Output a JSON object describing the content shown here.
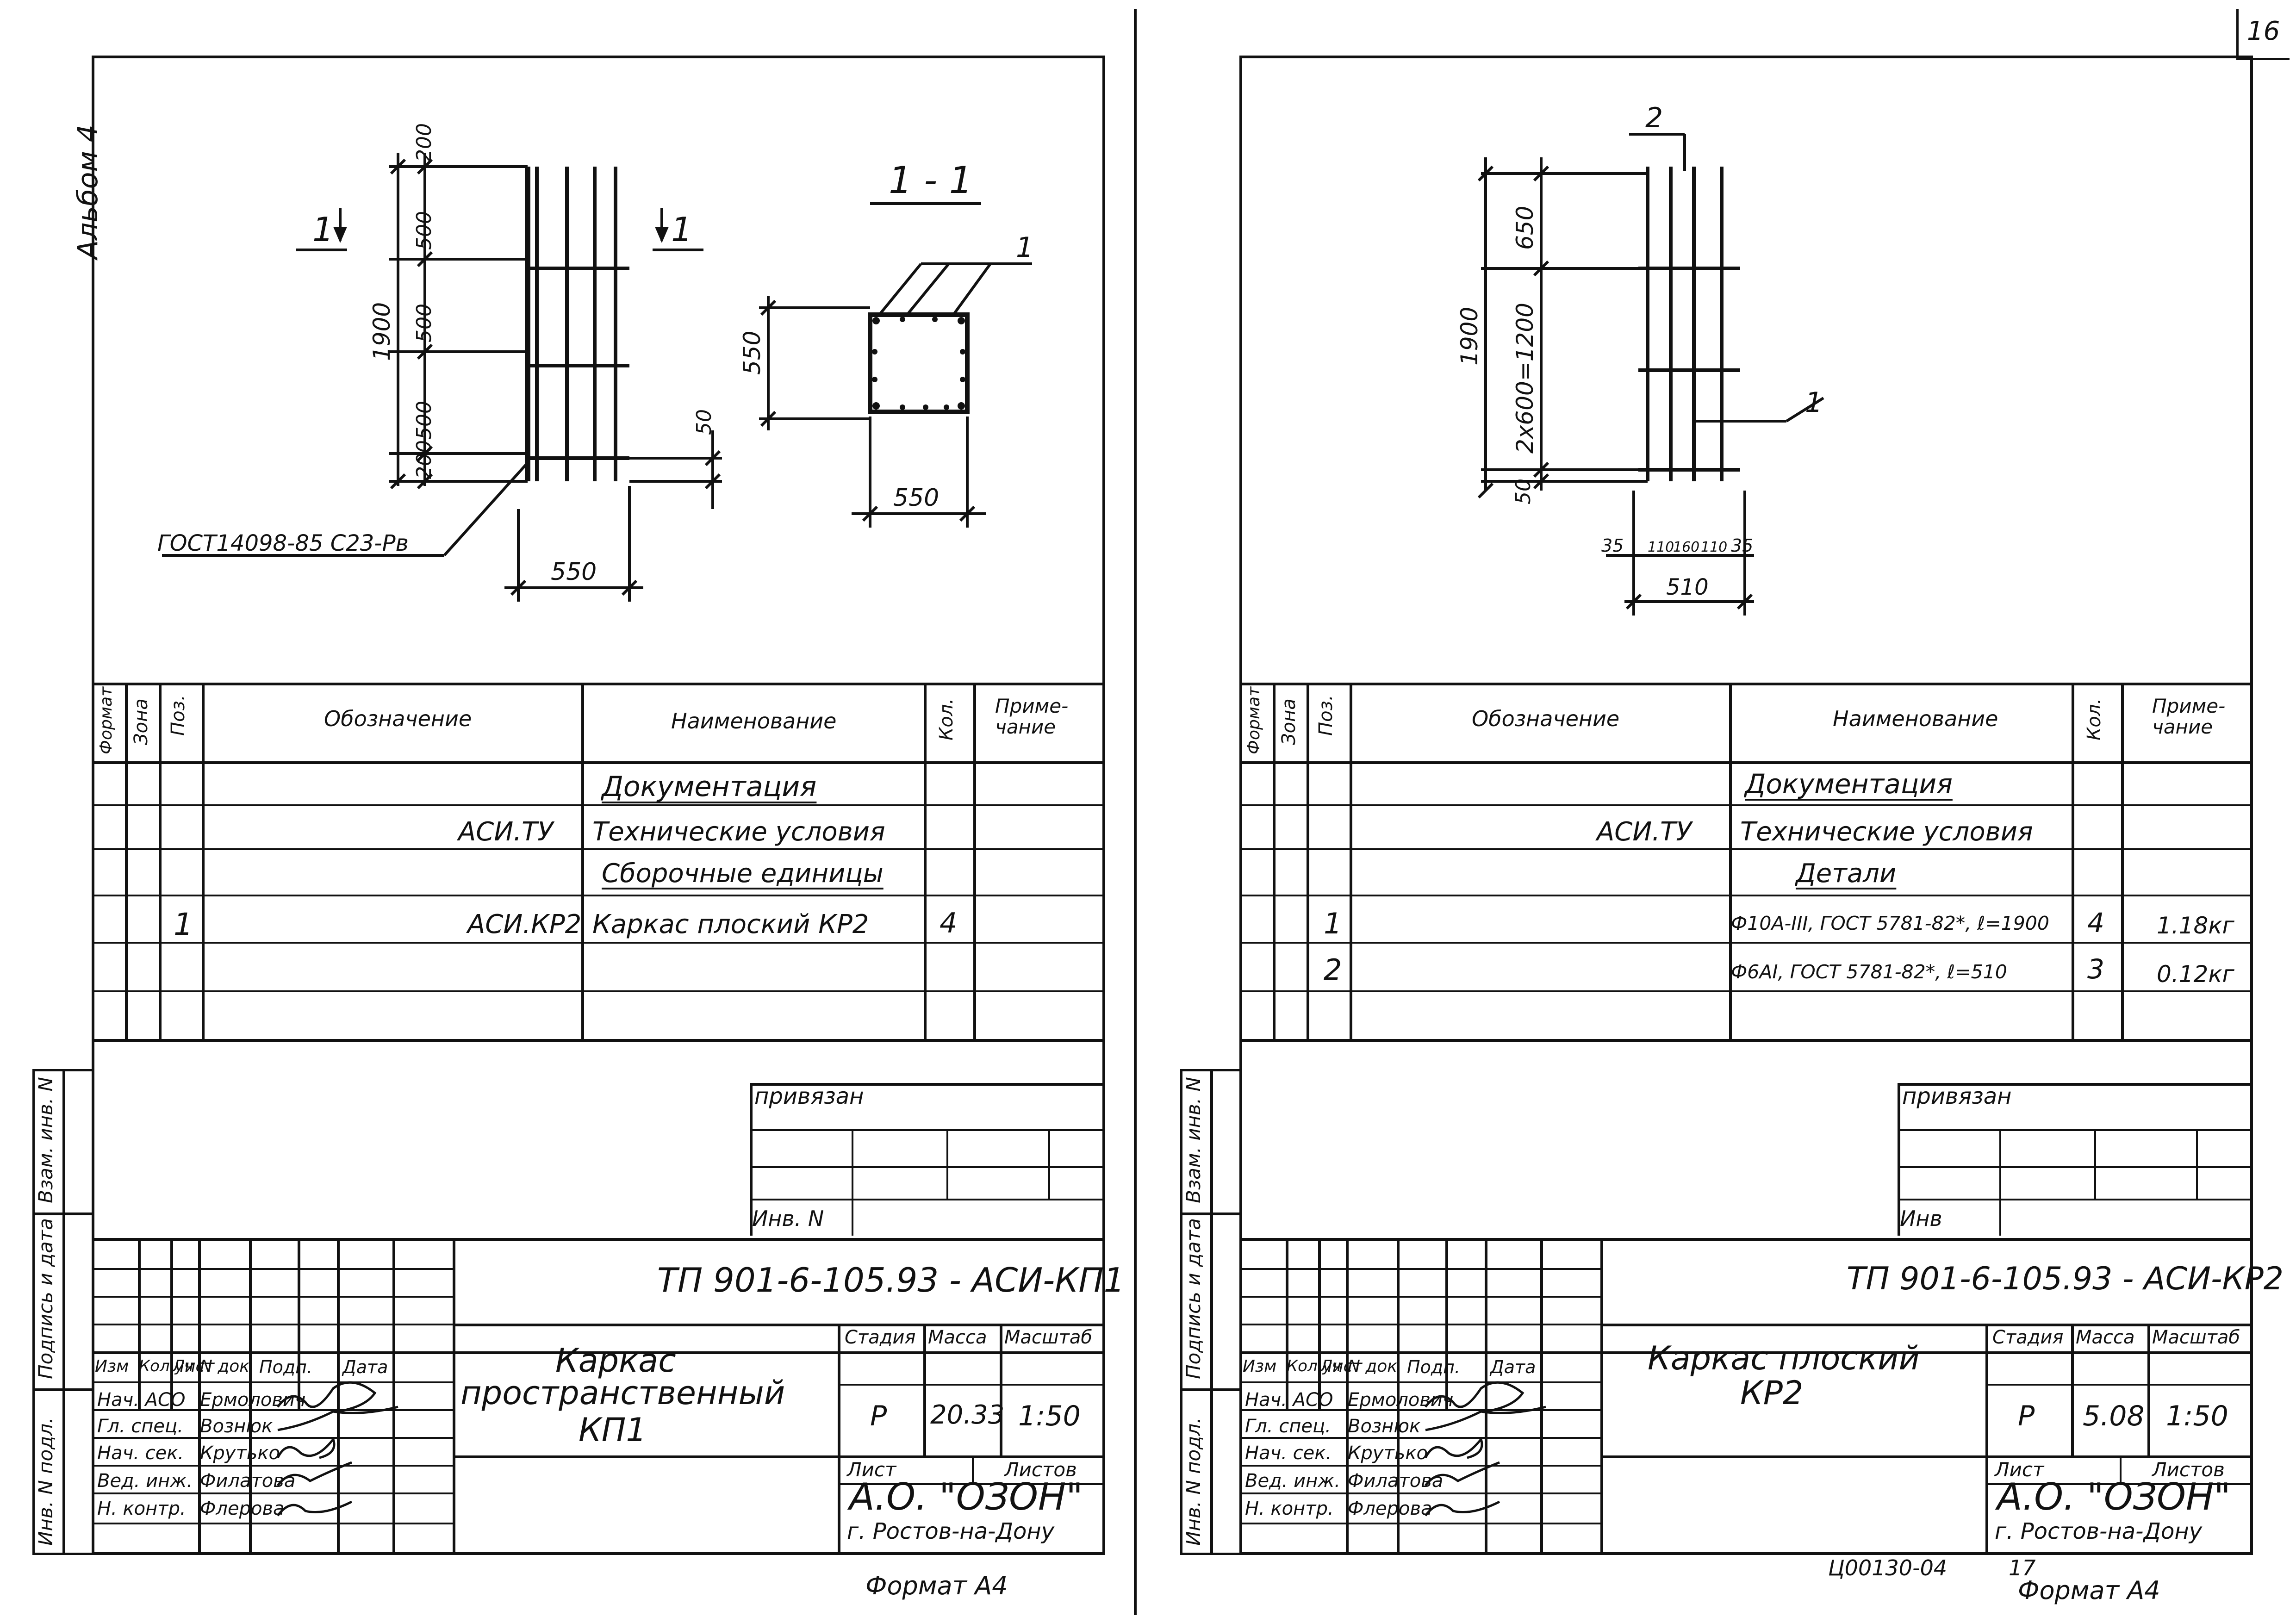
{
  "page_number": "16",
  "album": "Альбом 4",
  "spec_headers": {
    "format": "Формат",
    "zone": "Зона",
    "pos": "Поз.",
    "designation": "Обозначение",
    "name": "Наименование",
    "qty": "Кол.",
    "note1": "Приме-",
    "note2": "чание"
  },
  "side_stamp": {
    "inv_podl": "Инв. N подл.",
    "podpis": "Подпись и дата",
    "vzam": "Взам. инв. N"
  },
  "left": {
    "drawing": {
      "section_mark": "1",
      "section_title": "1 - 1",
      "dims": {
        "d1900": "1900",
        "d200a": "200",
        "d500a": "500",
        "d500b": "500",
        "d500c": "500",
        "d200b": "200",
        "d50": "50",
        "d550w": "550",
        "d550h": "550",
        "d550b": "550"
      },
      "callout_1": "1",
      "gost_note": "ГОСТ14098-85 С23-Рв"
    },
    "spec_rows": [
      {
        "designation": "",
        "name": "Документация",
        "qty": "",
        "note": "",
        "pos": "",
        "heading": true
      },
      {
        "designation": "АСИ.ТУ",
        "name": "Технические условия",
        "qty": "",
        "note": "",
        "pos": ""
      },
      {
        "designation": "",
        "name": "Сборочные единицы",
        "qty": "",
        "note": "",
        "pos": "",
        "heading": true
      },
      {
        "designation": "АСИ.КР2",
        "name": "Каркас плоский КР2",
        "qty": "4",
        "note": "",
        "pos": "1"
      }
    ],
    "privyazan": "привязан",
    "inv_n": "Инв. N",
    "doc_code": "ТП 901-6-105.93 - АСИ-КП1",
    "title_lines": [
      "Каркас",
      "пространственный",
      "КП1"
    ],
    "stage_label": "Стадия",
    "mass_label": "Масса",
    "scale_label": "Масштаб",
    "stage": "Р",
    "mass": "20.33",
    "scale": "1:50",
    "sheet_label": "Лист",
    "sheets_label": "Листов",
    "org": "А.О. \"ОЗОН\"",
    "city": "г. Ростов-на-Дону",
    "format": "Формат А4",
    "col_headers": [
      "Изм",
      "Кол.уч",
      "Лист",
      "N док",
      "Подп.",
      "Дата"
    ],
    "staff": [
      {
        "role": "Нач. АСО",
        "name": "Ермолович"
      },
      {
        "role": "Гл. спец.",
        "name": "Вознюк"
      },
      {
        "role": "Нач. сек.",
        "name": "Крутько"
      },
      {
        "role": "Вед. инж.",
        "name": "Филатова"
      },
      {
        "role": "Н. контр.",
        "name": "Флерова"
      }
    ]
  },
  "right": {
    "drawing": {
      "callout_2": "2",
      "callout_1": "1",
      "dims": {
        "d1900": "1900",
        "d650": "650",
        "d2x600": "2х600=1200",
        "d50": "50",
        "d35a": "35",
        "d110a": "110",
        "d160": "160",
        "d110b": "110",
        "d35b": "35",
        "d510": "510"
      }
    },
    "spec_rows": [
      {
        "designation": "",
        "name": "Документация",
        "qty": "",
        "note": "",
        "pos": "",
        "heading": true
      },
      {
        "designation": "АСИ.ТУ",
        "name": "Технические условия",
        "qty": "",
        "note": "",
        "pos": ""
      },
      {
        "designation": "",
        "name": "Детали",
        "qty": "",
        "note": "",
        "pos": "",
        "heading": true
      },
      {
        "designation": "",
        "name": "Ф10А-III, ГОСТ 5781-82*, ℓ=1900",
        "qty": "4",
        "note": "1.18кг",
        "pos": "1"
      },
      {
        "designation": "",
        "name": "Ф6АI, ГОСТ 5781-82*, ℓ=510",
        "qty": "3",
        "note": "0.12кг",
        "pos": "2"
      }
    ],
    "privyazan": "привязан",
    "inv_n": "Инв",
    "doc_code": "ТП 901-6-105.93 - АСИ-КР2",
    "title_lines": [
      "Каркас плоский",
      "КР2"
    ],
    "stage_label": "Стадия",
    "mass_label": "Масса",
    "scale_label": "Масштаб",
    "stage": "Р",
    "mass": "5.08",
    "scale": "1:50",
    "sheet_label": "Лист",
    "sheets_label": "Листов",
    "org": "А.О. \"ОЗОН\"",
    "city": "г. Ростов-на-Дону",
    "format": "Формат А4",
    "bottom_code": "Ц00130-04",
    "bottom_num": "17",
    "col_headers": [
      "Изм",
      "Кол.уч",
      "Лист",
      "N док",
      "Подп.",
      "Дата"
    ],
    "staff": [
      {
        "role": "Нач. АСО",
        "name": "Ермолович"
      },
      {
        "role": "Гл. спец.",
        "name": "Вознюк"
      },
      {
        "role": "Нач. сек.",
        "name": "Крутько"
      },
      {
        "role": "Вед. инж.",
        "name": "Филатова"
      },
      {
        "role": "Н. контр.",
        "name": "Флерова"
      }
    ]
  }
}
